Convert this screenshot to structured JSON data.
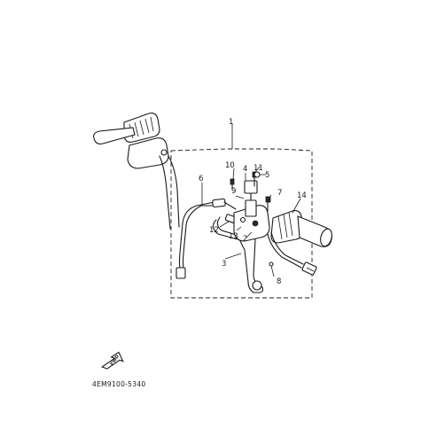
{
  "diagram": {
    "callouts": {
      "c1": "1",
      "c2": "2",
      "c3": "3",
      "c4": "4",
      "c5": "5",
      "c6": "6",
      "c7": "7",
      "c8": "8",
      "c9": "9",
      "c10": "10",
      "c11": "11",
      "c12": "12",
      "c13": "13",
      "c14": "14"
    },
    "direction_label": "FWD",
    "diagram_code": "4EM9100-5340"
  }
}
